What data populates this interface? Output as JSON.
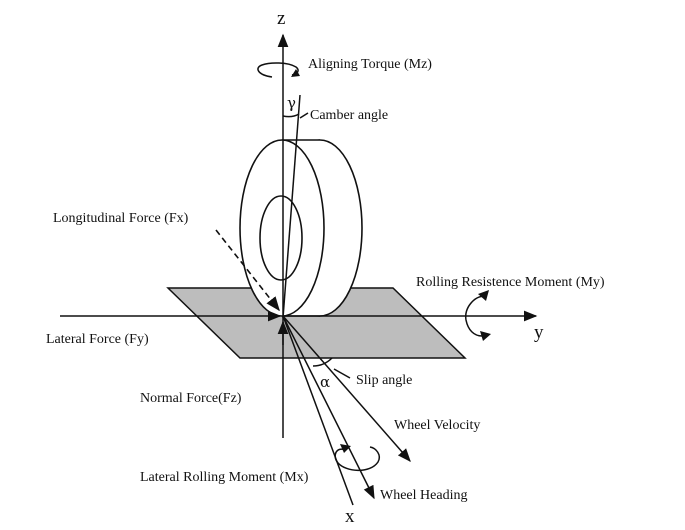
{
  "axes": {
    "z": "z",
    "y": "y",
    "x": "x"
  },
  "labels": {
    "aligning_torque": "Aligning Torque (Mz)",
    "camber_angle": "Camber angle",
    "camber_symbol": "γ",
    "longitudinal_force": "Longitudinal Force (Fx)",
    "rolling_resistance": "Rolling Resistence Moment (My)",
    "lateral_force": "Lateral Force (Fy)",
    "normal_force": "Normal Force(Fz)",
    "slip_angle": "Slip angle",
    "slip_symbol": "α",
    "wheel_velocity": "Wheel Velocity",
    "lateral_rolling_moment": "Lateral Rolling Moment (Mx)",
    "wheel_heading": "Wheel Heading"
  },
  "colors": {
    "ground_plane": "#bdbdbd",
    "line": "#111111"
  }
}
